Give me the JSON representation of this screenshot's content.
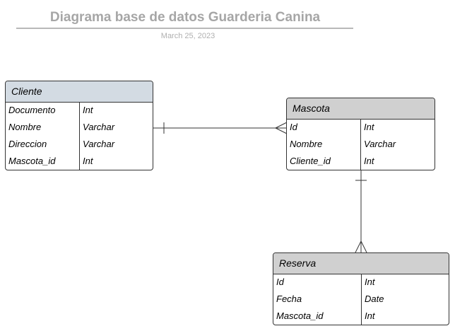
{
  "diagram": {
    "title": "Diagrama base de datos Guarderia Canina",
    "date": "March 25, 2023"
  },
  "colors": {
    "header_cliente": "#d3dbe3",
    "header_default": "#d0d0d0",
    "line": "#333333",
    "title": "#a6a6a6"
  },
  "entities": {
    "cliente": {
      "name": "Cliente",
      "fields": [
        {
          "name": "Documento",
          "type": "Int"
        },
        {
          "name": "Nombre",
          "type": "Varchar"
        },
        {
          "name": "Direccion",
          "type": "Varchar"
        },
        {
          "name": "Mascota_id",
          "type": "Int"
        }
      ]
    },
    "mascota": {
      "name": "Mascota",
      "fields": [
        {
          "name": "Id",
          "type": "Int"
        },
        {
          "name": "Nombre",
          "type": "Varchar"
        },
        {
          "name": "Cliente_id",
          "type": "Int"
        }
      ]
    },
    "reserva": {
      "name": "Reserva",
      "fields": [
        {
          "name": "Id",
          "type": "Int"
        },
        {
          "name": "Fecha",
          "type": "Date"
        },
        {
          "name": "Mascota_id",
          "type": "Int"
        }
      ]
    }
  },
  "relationships": [
    {
      "from": "cliente",
      "to": "mascota",
      "from_cardinality": "one",
      "to_cardinality": "many"
    },
    {
      "from": "mascota",
      "to": "reserva",
      "from_cardinality": "one",
      "to_cardinality": "many"
    }
  ]
}
